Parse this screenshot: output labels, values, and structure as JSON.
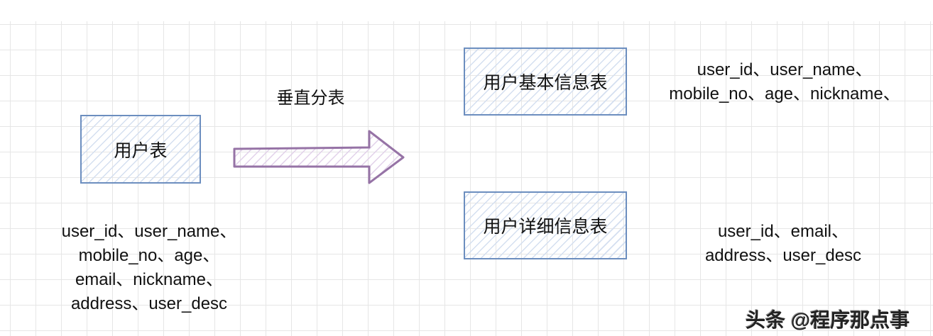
{
  "source_table": {
    "label": "用户表",
    "fields": [
      "user_id、user_name、",
      "mobile_no、age、",
      "email、nickname、",
      "address、user_desc"
    ]
  },
  "arrow": {
    "label": "垂直分表"
  },
  "basic_table": {
    "label": "用户基本信息表",
    "fields": [
      "user_id、user_name、",
      "mobile_no、age、nickname、"
    ]
  },
  "detail_table": {
    "label": "用户详细信息表",
    "fields": [
      "user_id、email、",
      "address、user_desc"
    ]
  },
  "watermark": "头条 @程序那点事",
  "colors": {
    "box_stroke": "#6c8ebf",
    "arrow_stroke": "#9673a6"
  }
}
